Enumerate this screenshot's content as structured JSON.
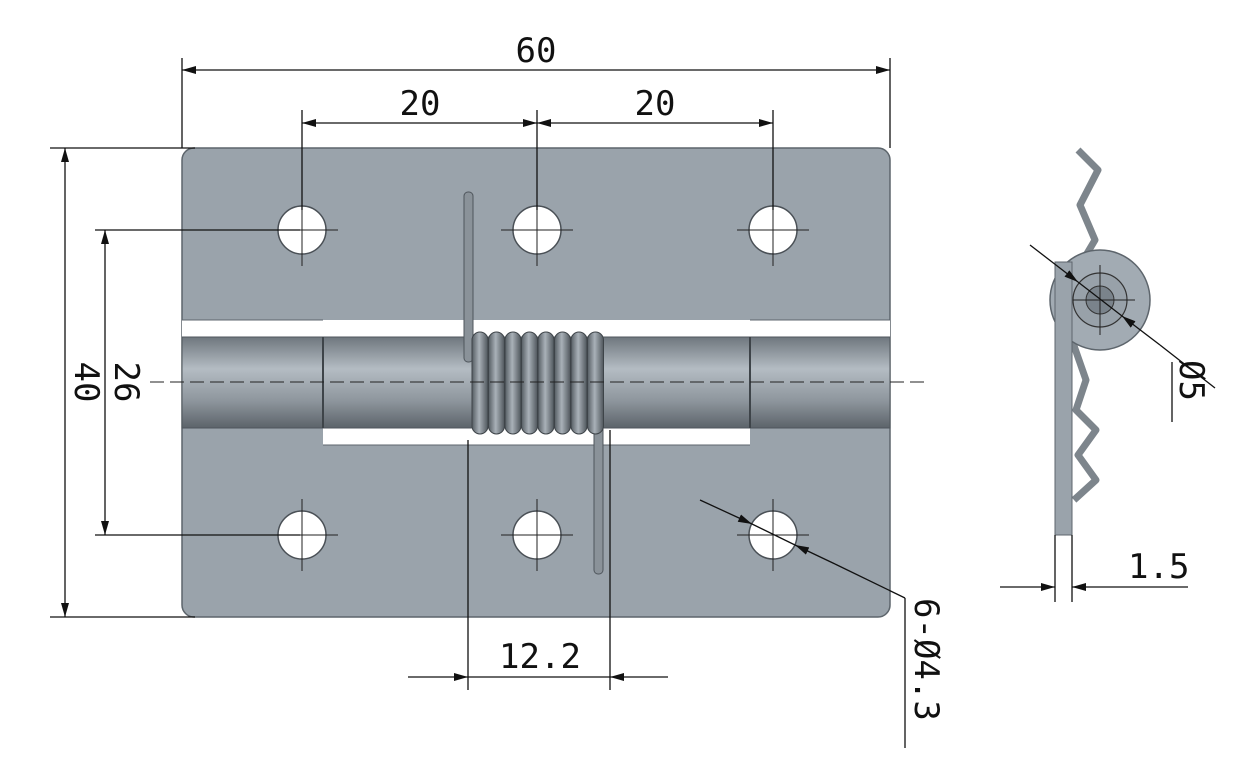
{
  "title": "Spring hinge dimension drawing",
  "dimensions": {
    "overall_width": "60",
    "hole_pitch_left": "20",
    "hole_pitch_right": "20",
    "overall_height": "40",
    "hole_row_spacing": "26",
    "spring_length": "12.2",
    "hole_callout": "6-Ø4.3",
    "pin_diameter": "Ø5",
    "thickness": "1.5"
  },
  "colors": {
    "plate": "#9aa3ab",
    "line": "#111111"
  }
}
